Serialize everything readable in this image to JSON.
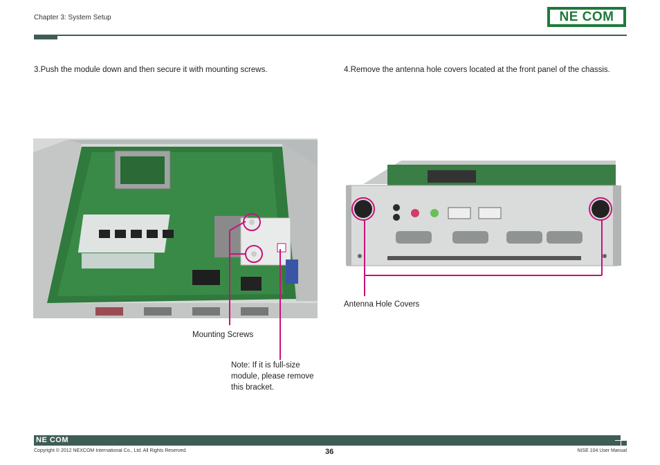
{
  "header": {
    "chapter": "Chapter 3: System Setup",
    "logo_text": "NE COM"
  },
  "steps": {
    "step3": "3.Push the module down and then secure it with mounting screws.",
    "step4": "4.Remove the antenna hole covers located at the front panel of the chassis."
  },
  "callouts": {
    "mounting_screws": "Mounting Screws",
    "note": "Note: If it is full-size module, please remove this bracket.",
    "antenna_hole_covers": "Antenna Hole Covers"
  },
  "footer": {
    "logo_text": "NE COM",
    "copyright": "Copyright © 2012 NEXCOM International Co., Ltd. All Rights Reserved.",
    "page_number": "36",
    "manual": "NISE 104 User Manual"
  },
  "colors": {
    "brand_green": "#1f7a3a",
    "bar": "#3e5d56",
    "callout": "#c8127a"
  }
}
